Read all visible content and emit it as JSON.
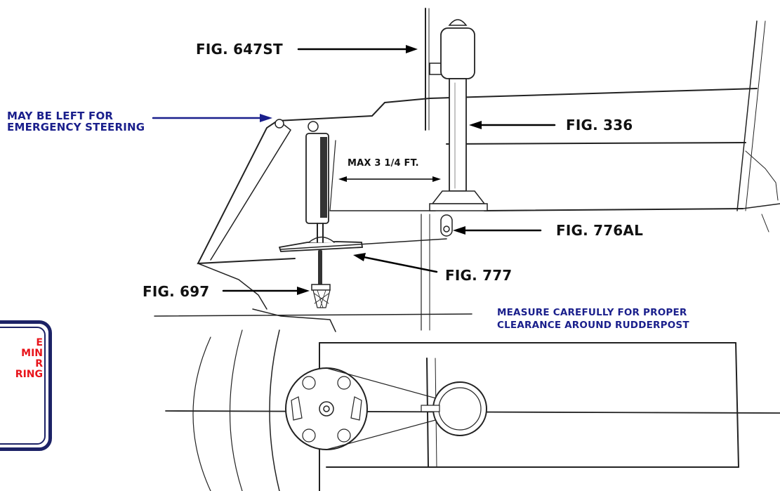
{
  "labels": {
    "fig_647st": "FIG. 647ST",
    "fig_336": "FIG. 336",
    "fig_776al": "FIG. 776AL",
    "fig_777": "FIG. 777",
    "fig_697": "FIG. 697",
    "max_distance": "MAX 3 1/4 FT.",
    "emergency_line1": "MAY BE LEFT FOR",
    "emergency_line2": "EMERGENCY STEERING",
    "measure_line1": "MEASURE CAREFULLY FOR PROPER",
    "measure_line2": "CLEARANCE AROUND RUDDERPOST"
  },
  "boxed_note_lines": [
    "E",
    "MIN",
    "R",
    "RING"
  ],
  "colors": {
    "label_black": "#111111",
    "label_blue": "#1a1f8c",
    "note_red": "#e8141b",
    "box_border": "#1c2266"
  }
}
